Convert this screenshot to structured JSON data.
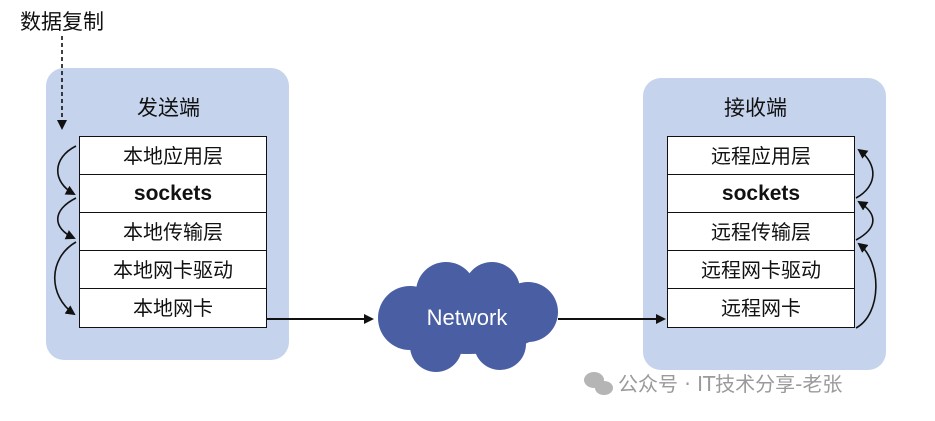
{
  "top_label": "数据复制",
  "sender": {
    "title": "发送端",
    "layers": [
      "本地应用层",
      "sockets",
      "本地传输层",
      "本地网卡驱动",
      "本地网卡"
    ]
  },
  "receiver": {
    "title": "接收端",
    "layers": [
      "远程应用层",
      "sockets",
      "远程传输层",
      "远程网卡驱动",
      "远程网卡"
    ]
  },
  "network": {
    "label": "Network",
    "color": "#4a5fa3"
  },
  "colors": {
    "panel": "#c5d3ec",
    "stroke": "#111111"
  },
  "watermark": {
    "text": "公众号 · IT技术分享-老张",
    "icon": "wechat-icon"
  }
}
